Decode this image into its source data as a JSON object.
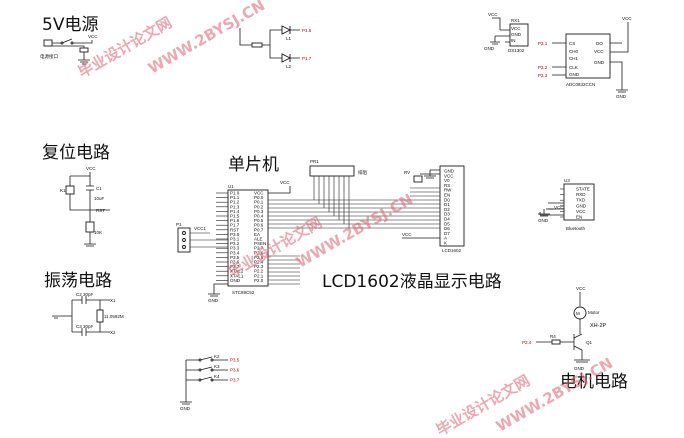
{
  "sections": {
    "power": "5V电源",
    "reset": "复位电路",
    "mcu": "单片机",
    "osc": "振荡电路",
    "lcd": "LCD1602液晶显示电路",
    "motor": "电机电路"
  },
  "parts": {
    "ds1302": "DS1302",
    "mcu_chip": "STC89C52",
    "lcd_chip": "LCD1602",
    "bluetooth": "Bluetooth",
    "motor_name": "XH-2P",
    "motor_label": "Motor",
    "adc": "ADC0832CCN",
    "power_jack": "电源接口",
    "resistor_network": "排阻",
    "k1": "K1",
    "k2": "K2",
    "k3": "K3",
    "k4": "K4",
    "crystal": "11.0592M",
    "c_reset": "10uF",
    "c_osc1": "C2 30pF",
    "c_osc2": "C3 30pF",
    "r_reset": "10K",
    "vcc": "VCC",
    "gnd": "GND"
  },
  "mcu_pins_left": [
    "P1.0",
    "P1.1",
    "P1.2",
    "P1.3",
    "P1.4",
    "P1.5",
    "P1.6",
    "P1.7",
    "RST",
    "P3.0",
    "P3.1",
    "P3.2",
    "P3.3",
    "P3.4",
    "P3.5",
    "P3.6",
    "P3.7",
    "XTAL2",
    "XTAL1",
    "GND"
  ],
  "mcu_pins_right": [
    "VCC",
    "P0.0",
    "P0.1",
    "P0.2",
    "P0.3",
    "P0.4",
    "P0.5",
    "P0.6",
    "P0.7",
    "EA",
    "ALE",
    "PSEN",
    "P2.7",
    "P2.6",
    "P2.5",
    "P2.4",
    "P2.3",
    "P2.2",
    "P2.1",
    "P2.0"
  ],
  "lcd_pins": [
    "GND",
    "VCC",
    "V0",
    "RS",
    "RW",
    "EN",
    "D0",
    "D1",
    "D2",
    "D3",
    "D4",
    "D5",
    "D6",
    "D7",
    "A",
    "K"
  ],
  "bt_pins": [
    "STATE",
    "RXD",
    "TXD",
    "GND",
    "VCC",
    "EN"
  ],
  "watermarks": [
    "毕业设计论文网",
    "WWW.2BYSJ.CN"
  ]
}
